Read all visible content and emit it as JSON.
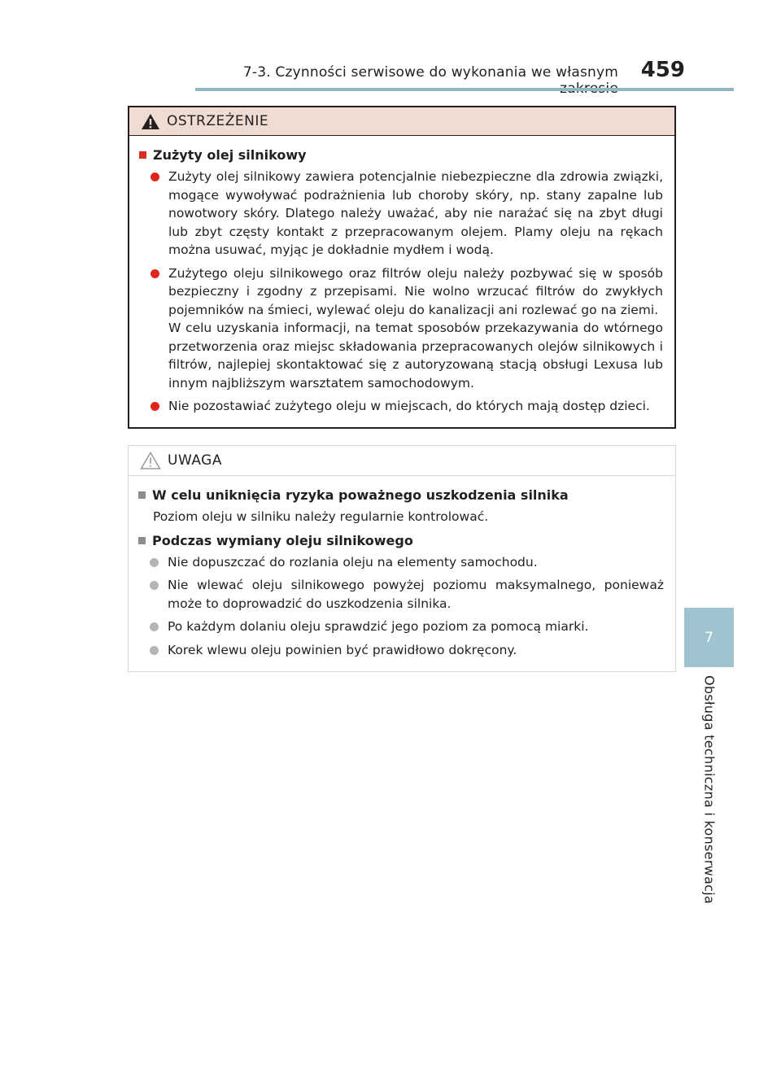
{
  "header": {
    "title": "7-3. Czynności serwisowe do wykonania we własnym zakresie",
    "page_number": "459"
  },
  "side": {
    "chapter_number": "7",
    "chapter_label": "Obsługa techniczna i konserwacja"
  },
  "warning_box": {
    "title": "OSTRZEŻENIE",
    "section_title": "Zużyty olej silnikowy",
    "bullets": [
      {
        "paragraphs": [
          "Zużyty olej silnikowy zawiera potencjalnie niebezpieczne dla zdrowia związki, mogące wywoływać podrażnienia lub choroby skóry, np. stany zapalne lub nowotwory skóry. Dlatego należy uważać, aby nie narażać się na zbyt długi lub zbyt częsty kontakt z przepracowanym olejem. Plamy oleju na rękach można usuwać, myjąc je dokładnie mydłem i wodą."
        ]
      },
      {
        "paragraphs": [
          "Zużytego oleju silnikowego oraz filtrów oleju należy pozbywać się w sposób bezpieczny i zgodny z przepisami. Nie wolno wrzucać filtrów do zwykłych pojemników na śmieci, wylewać oleju do kanalizacji ani rozlewać go na ziemi.",
          "W celu uzyskania informacji, na temat sposobów przekazywania do wtórnego przetworzenia oraz miejsc składowania przepracowanych olejów silnikowych i filtrów, najlepiej skontaktować się z autoryzowaną stacją obsługi Lexusa lub innym najbliższym warsztatem samochodowym."
        ]
      },
      {
        "paragraphs": [
          "Nie pozostawiać zużytego oleju w miejscach, do których mają dostęp dzieci."
        ]
      }
    ]
  },
  "notice_box": {
    "title": "UWAGA",
    "section1_title": "W celu uniknięcia ryzyka poważnego uszkodzenia silnika",
    "section1_text": "Poziom oleju w silniku należy regularnie kontrolować.",
    "section2_title": "Podczas wymiany oleju silnikowego",
    "bullets": [
      "Nie dopuszczać do rozlania oleju na elementy samochodu.",
      "Nie wlewać oleju silnikowego powyżej poziomu maksymalnego, ponieważ może to doprowadzić do uszkodzenia silnika.",
      "Po każdym dolaniu oleju sprawdzić jego poziom za pomocą miarki.",
      "Korek wlewu oleju powinien być prawidłowo dokręcony."
    ]
  },
  "colors": {
    "rule": "#8fb8c4",
    "tab": "#9fc3cf",
    "warning_header": "#efdcd2",
    "warning_accent": "#e0261c",
    "notice_accent": "#b5b5b5"
  }
}
